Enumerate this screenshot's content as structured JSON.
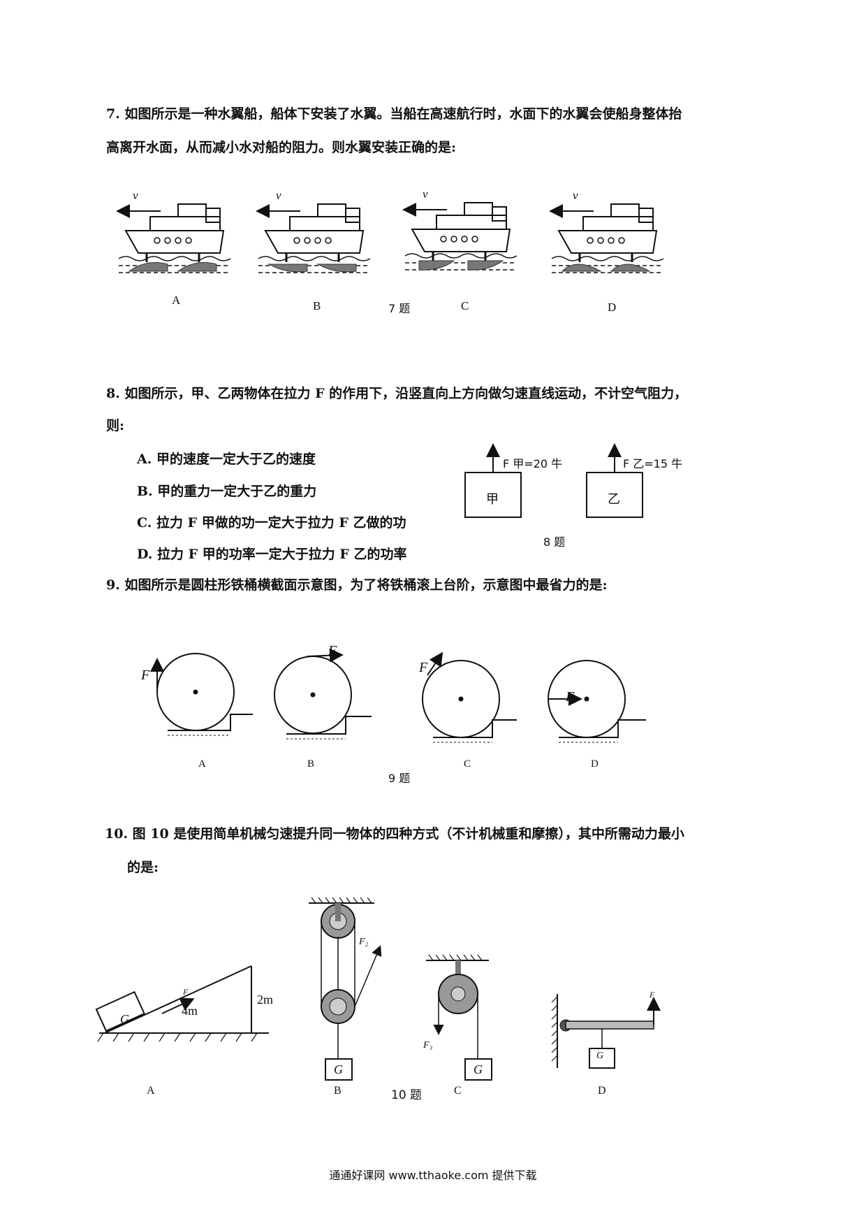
{
  "q7": {
    "line1": "7. 如图所示是一种水翼船，船体下安装了水翼。当船在高速航行时，水面下的水翼会使船身整体抬",
    "line2": "高离开水面，从而减小水对船的阻力。则水翼安装正确的是:",
    "velocity": "v",
    "options": [
      "A",
      "B",
      "C",
      "D"
    ],
    "caption": "7 题"
  },
  "q8": {
    "line1": "8. 如图所示，甲、乙两物体在拉力 F 的作用下，沿竖直向上方向做匀速直线运动，不计空气阻力，",
    "line2": "则:",
    "options": [
      "A. 甲的速度一定大于乙的速度",
      "B. 甲的重力一定大于乙的重力",
      "C. 拉力 F 甲做的功一定大于拉力 F 乙做的功",
      "D. 拉力 F 甲的功率一定大于拉力 F 乙的功率"
    ],
    "box1": "甲",
    "box2": "乙",
    "force1": "F 甲=20 牛",
    "force2": "F 乙=15 牛",
    "caption": "8 题"
  },
  "q9": {
    "line1": "9. 如图所示是圆柱形铁桶横截面示意图，为了将铁桶滚上台阶，示意图中最省力的是:",
    "force": "F",
    "options": [
      "A",
      "B",
      "C",
      "D"
    ],
    "caption": "9 题"
  },
  "q10": {
    "line1": "10. 图 10 是使用简单机械匀速提升同一物体的四种方式（不计机械重和摩擦），其中所需动力最小",
    "line2": "的是:",
    "g": "G",
    "incline_len": "4m",
    "incline_h": "2m",
    "f1": "F",
    "f2": "F₂",
    "f3": "F₃",
    "f4": "F",
    "options": [
      "A",
      "B",
      "C",
      "D"
    ],
    "caption": "10 题"
  },
  "footer": "通通好课网 www.tthaoke.com 提供下载"
}
